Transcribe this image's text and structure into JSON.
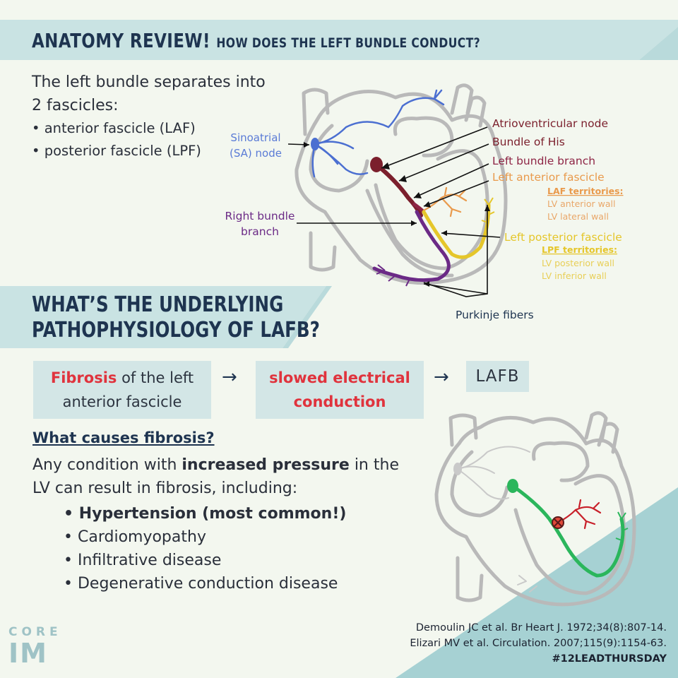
{
  "header": {
    "title": "ANATOMY REVIEW!",
    "subtitle": "HOW DOES THE LEFT BUNDLE CONDUCT?"
  },
  "intro": {
    "text": "The left bundle separates into 2 fascicles:",
    "items": [
      "anterior fascicle (LAF)",
      "posterior fascicle (LPF)"
    ]
  },
  "diagram": {
    "sa_node": [
      "Sinoatrial",
      "(SA) node"
    ],
    "av_node": "Atrioventricular node",
    "his": "Bundle of His",
    "lbb": "Left bundle branch",
    "laf": "Left anterior fascicle",
    "laf_territories": "LAF territories:",
    "laf_walls": [
      "LV anterior wall",
      "LV lateral wall"
    ],
    "rbb": [
      "Right bundle",
      "branch"
    ],
    "lpf": "Left posterior fascicle",
    "lpf_territories": "LPF territories:",
    "lpf_walls": [
      "LV posterior wall",
      "LV inferior wall"
    ],
    "purkinje": "Purkinje fibers"
  },
  "section2": {
    "title_line1": "WHAT’S THE UNDERLYING",
    "title_line2": "PATHOPHYSIOLOGY OF LAFB?"
  },
  "flow": {
    "box1_red": "Fibrosis",
    "box1_rest1": " of the left",
    "box1_rest2": "anterior fascicle",
    "box2_line1": "slowed electrical",
    "box2_line2": "conduction",
    "box3": "LAFB",
    "arrow": "→"
  },
  "causes": {
    "heading": "What causes fibrosis?",
    "text_pre": "Any condition with ",
    "text_bold": "increased pressure",
    "text_post": " in the LV can result in fibrosis, including:",
    "items": [
      "Hypertension (most common!)",
      "Cardiomyopathy",
      "Infiltrative disease",
      "Degenerative conduction disease"
    ]
  },
  "logo": {
    "line1": "CORE",
    "line2": "IM"
  },
  "references": [
    "Demoulin JC et al. Br Heart J. 1972;34(8):807-14.",
    "Elizari MV et al. Circulation. 2007;115(9):1154-63."
  ],
  "hashtag": "#12LEADTHURSDAY",
  "colors": {
    "banner": "#c9e3e3",
    "teal_corner": "#a6d1d3",
    "sa_blue": "#4b6fd1",
    "av_maroon": "#7b1f2c",
    "lbb": "#8e2545",
    "laf": "#e99a4c",
    "rbb": "#6b2a86",
    "lpf": "#e5c62a",
    "green_path": "#2bb65c",
    "red_fibrosis": "#c8202a"
  }
}
